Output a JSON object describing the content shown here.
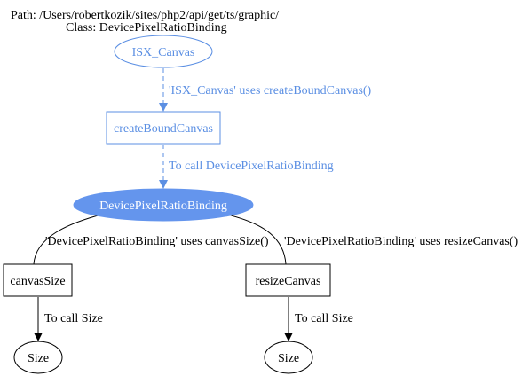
{
  "header": {
    "path_line": "Path: /Users/robertkozik/sites/php2/api/get/ts/graphic/",
    "class_line": "Class: DevicePixelRatioBinding"
  },
  "colors": {
    "blue": "#5b8fe3",
    "focus_fill": "#6495ed",
    "black": "#000000",
    "white": "#ffffff"
  },
  "nodes": {
    "isx_canvas": "ISX_Canvas",
    "create_bound_canvas": "createBoundCanvas",
    "focus": "DevicePixelRatioBinding",
    "canvas_size": "canvasSize",
    "resize_canvas": "resizeCanvas",
    "size_left": "Size",
    "size_right": "Size"
  },
  "edges": {
    "isx_to_create": "'ISX_Canvas' uses createBoundCanvas()",
    "create_to_focus": "To call DevicePixelRatioBinding",
    "focus_to_canvas_size": "'DevicePixelRatioBinding' uses canvasSize()",
    "focus_to_resize": "'DevicePixelRatioBinding' uses resizeCanvas()",
    "canvas_size_to_size": "To call Size",
    "resize_to_size": "To call Size"
  }
}
